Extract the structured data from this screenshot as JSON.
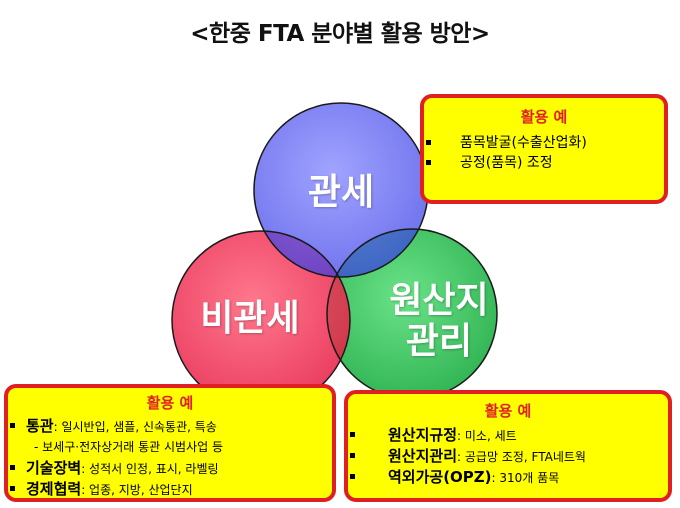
{
  "title": "<한중 FTA 분야별 활용 방안>",
  "circles": {
    "tariff": {
      "label": "관세",
      "color": "#4a4ff0"
    },
    "non_tariff": {
      "label": "비관세",
      "color": "#f02850"
    },
    "origin": {
      "label_line1": "원산지",
      "label_line2": "관리",
      "color": "#28c050"
    }
  },
  "colors": {
    "box_fill": "#ffff00",
    "box_border": "#e02020",
    "heading": "#e02020"
  },
  "box_top_right": {
    "heading": "활용 예",
    "items": [
      "품목발굴(수출산업화)",
      "공정(품목) 조정"
    ]
  },
  "box_bottom_left": {
    "heading": "활용 예",
    "items": [
      {
        "key": "통관",
        "value": ": 일시반입, 샘플, 신속통관, 특송"
      },
      {
        "key": "",
        "value": "- 보세구·전자상거래 통관 시범사업 등"
      },
      {
        "key": "기술장벽",
        "value": ": 성적서 인정, 표시, 라벨링"
      },
      {
        "key": "경제협력",
        "value": ": 업종, 지방, 산업단지"
      }
    ]
  },
  "box_bottom_right": {
    "heading": "활용 예",
    "items": [
      {
        "key": "원산지규정",
        "value": ": 미소, 세트"
      },
      {
        "key": "원산지관리",
        "value": ": 공급망 조정, FTA네트웍"
      },
      {
        "key": "역외가공(OPZ)",
        "value": ": 310개 품목"
      }
    ]
  }
}
